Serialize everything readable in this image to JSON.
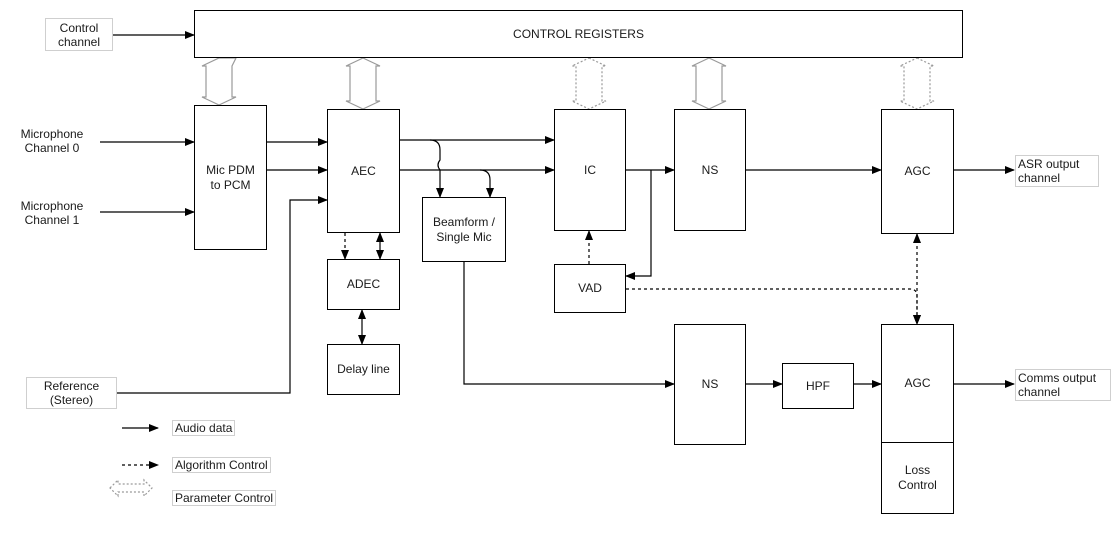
{
  "diagram": {
    "blocks": {
      "control_registers": "CONTROL REGISTERS",
      "mic_pdm": "Mic PDM\nto PCM",
      "aec": "AEC",
      "adec": "ADEC",
      "delay_line": "Delay line",
      "beamform": "Beamform /\nSingle Mic",
      "ic": "IC",
      "vad": "VAD",
      "ns_top": "NS",
      "agc_top": "AGC",
      "ns_bottom": "NS",
      "hpf": "HPF",
      "agc_bottom": "AGC",
      "loss_control": "Loss\nControl"
    },
    "inputs": {
      "control_channel": "Control\nchannel",
      "mic_channel_0": "Microphone\nChannel 0",
      "mic_channel_1": "Microphone\nChannel 1",
      "reference": "Reference\n(Stereo)"
    },
    "outputs": {
      "asr": "ASR output\nchannel",
      "comms": "Comms output\nchannel"
    },
    "legend": {
      "audio_data": "Audio data",
      "algorithm_control": "Algorithm Control",
      "parameter_control": "Parameter Control"
    }
  }
}
